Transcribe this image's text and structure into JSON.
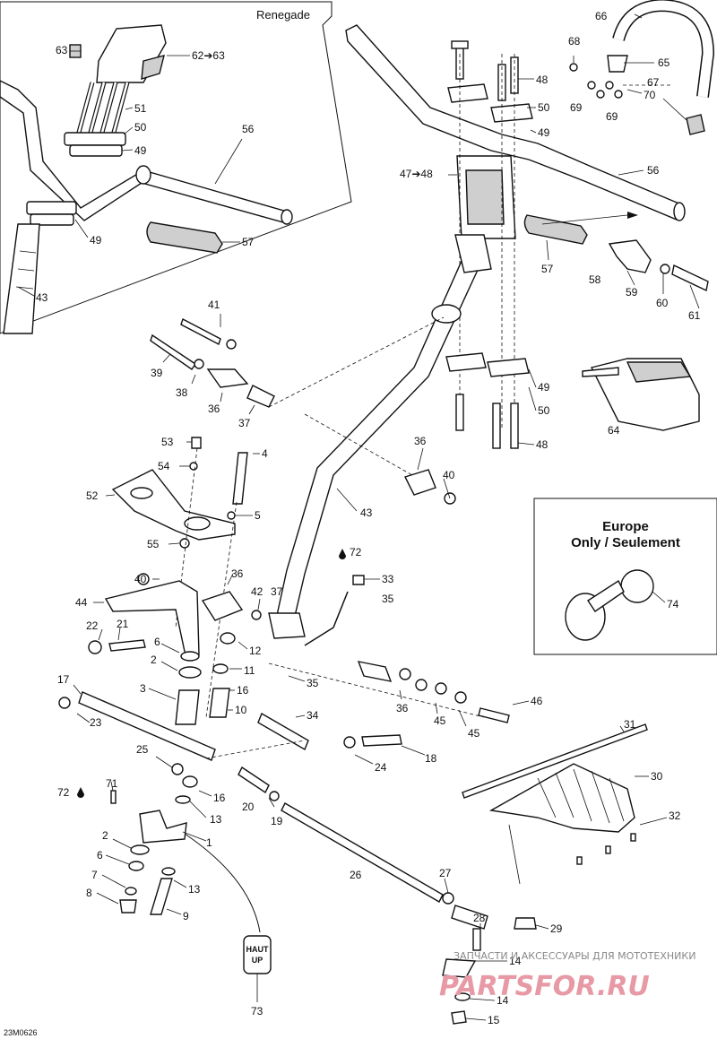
{
  "header": {
    "variant_label": "Renegade",
    "doc_code": "23M0626"
  },
  "europe_box": {
    "line1": "Europe",
    "line2": "Only / Seulement",
    "part": "74"
  },
  "badge": {
    "line1": "HAUT",
    "line2": "UP",
    "part": "73"
  },
  "callouts": {
    "c63": "63",
    "c62_63": "62➔63",
    "c51": "51",
    "c50a": "50",
    "c49a": "49",
    "c56a": "56",
    "c49b": "49",
    "c57a": "57",
    "c43a": "43",
    "c66": "66",
    "c68": "68",
    "c65": "65",
    "c67": "67",
    "c70": "70",
    "c69a": "69",
    "c69b": "69",
    "c48a": "48",
    "c50b": "50",
    "c49c": "49",
    "c47_48": "47➔48",
    "c56b": "56",
    "c57b": "57",
    "c58": "58",
    "c59": "59",
    "c60": "60",
    "c61": "61",
    "c41": "41",
    "c39": "39",
    "c38": "38",
    "c36a": "36",
    "c37a": "37",
    "c49d": "49",
    "c50c": "50",
    "c48b": "48",
    "c64": "64",
    "c53": "53",
    "c4": "4",
    "c54": "54",
    "c52": "52",
    "c5": "5",
    "c55": "55",
    "c36b": "36",
    "c40a": "40",
    "c43b": "43",
    "c72a": "72",
    "c33": "33",
    "c35a": "35",
    "c40b": "40",
    "c36c": "36",
    "c44": "44",
    "c42": "42",
    "c37b": "37",
    "c22": "22",
    "c21": "21",
    "c6a": "6",
    "c2a": "2",
    "c12": "12",
    "c11": "11",
    "c17": "17",
    "c3": "3",
    "c16a": "16",
    "c10": "10",
    "c23": "23",
    "c35b": "35",
    "c36d": "36",
    "c45a": "45",
    "c45b": "45",
    "c46": "46",
    "c34": "34",
    "c31": "31",
    "c18": "18",
    "c24": "24",
    "c25": "25",
    "c16b": "16",
    "c30": "30",
    "c72b": "72",
    "c71": "71",
    "c20": "20",
    "c19": "19",
    "c13a": "13",
    "c1": "1",
    "c32": "32",
    "c2b": "2",
    "c6b": "6",
    "c7": "7",
    "c8": "8",
    "c13b": "13",
    "c9": "9",
    "c26": "26",
    "c27": "27",
    "c28": "28",
    "c29": "29",
    "c14a": "14",
    "c14b": "14",
    "c15": "15"
  },
  "watermark": {
    "line1": "ЗАПЧАСТИ И АКСЕССУАРЫ ДЛЯ МОТОТЕХНИКИ",
    "line2": "PARTSFOR.RU"
  }
}
